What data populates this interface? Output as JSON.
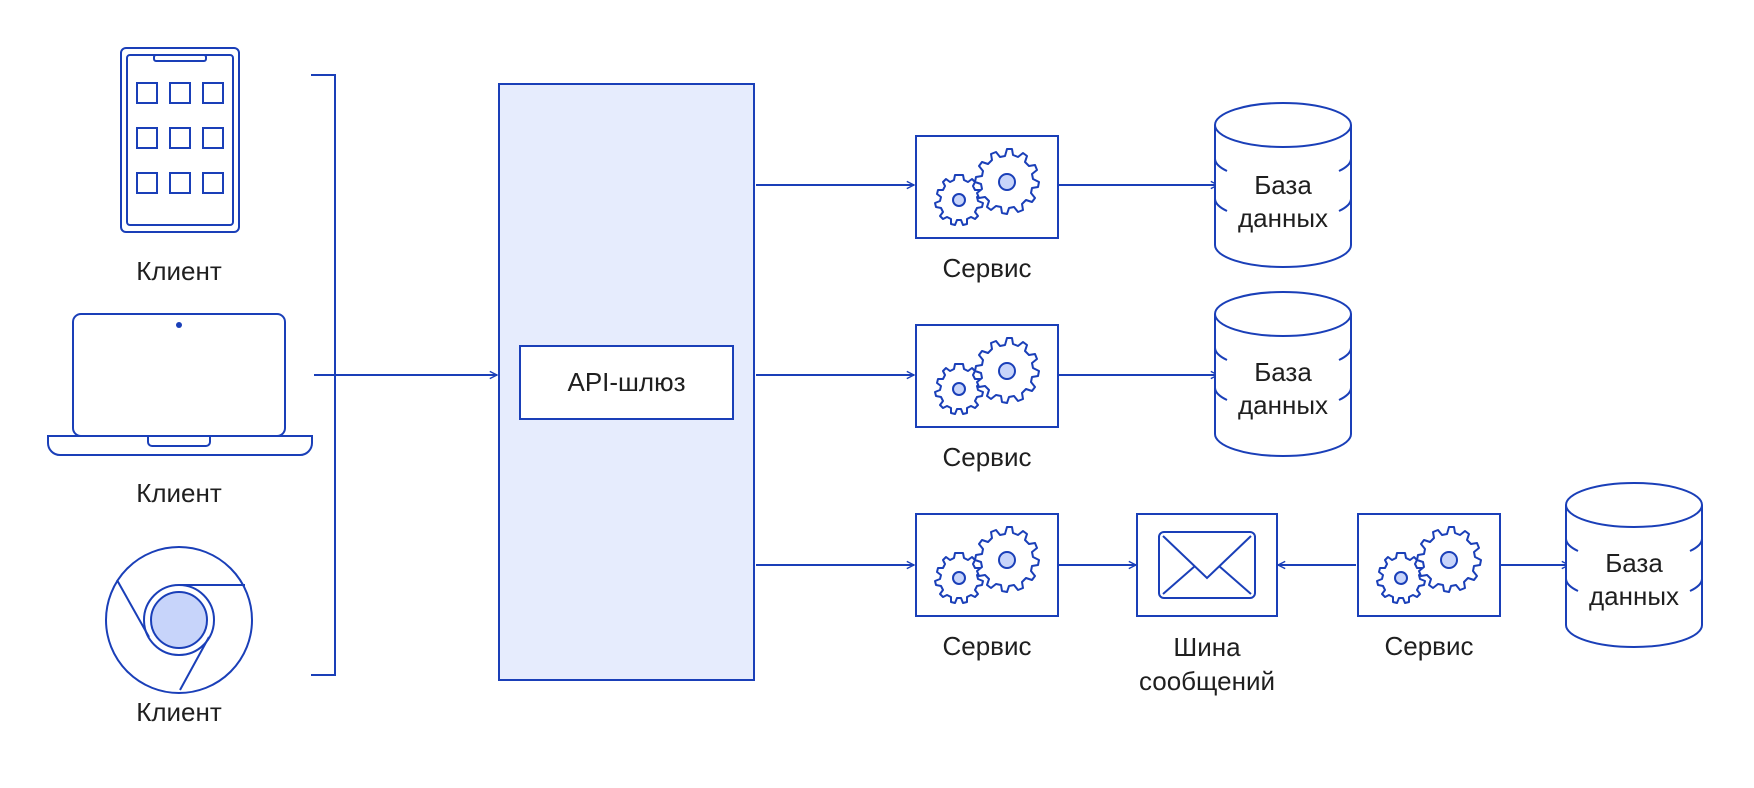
{
  "diagram": {
    "clients": [
      {
        "icon": "tablet-icon",
        "label": "Клиент"
      },
      {
        "icon": "laptop-icon",
        "label": "Клиент"
      },
      {
        "icon": "browser-icon",
        "label": "Клиент"
      }
    ],
    "gateway": {
      "label": "API-шлюз"
    },
    "services": [
      {
        "label": "Сервис"
      },
      {
        "label": "Сервис"
      },
      {
        "label": "Сервис"
      },
      {
        "label": "Сервис"
      }
    ],
    "databases": [
      {
        "line1": "База",
        "line2": "данных"
      },
      {
        "line1": "База",
        "line2": "данных"
      },
      {
        "line1": "База",
        "line2": "данных"
      }
    ],
    "bus": {
      "line1": "Шина",
      "line2": "сообщений"
    },
    "colors": {
      "stroke": "#1a3fb8",
      "gateway_fill": "#e6ecfd",
      "gear_hub_fill": "#c7d4fa",
      "text": "#1f1f1f"
    }
  }
}
